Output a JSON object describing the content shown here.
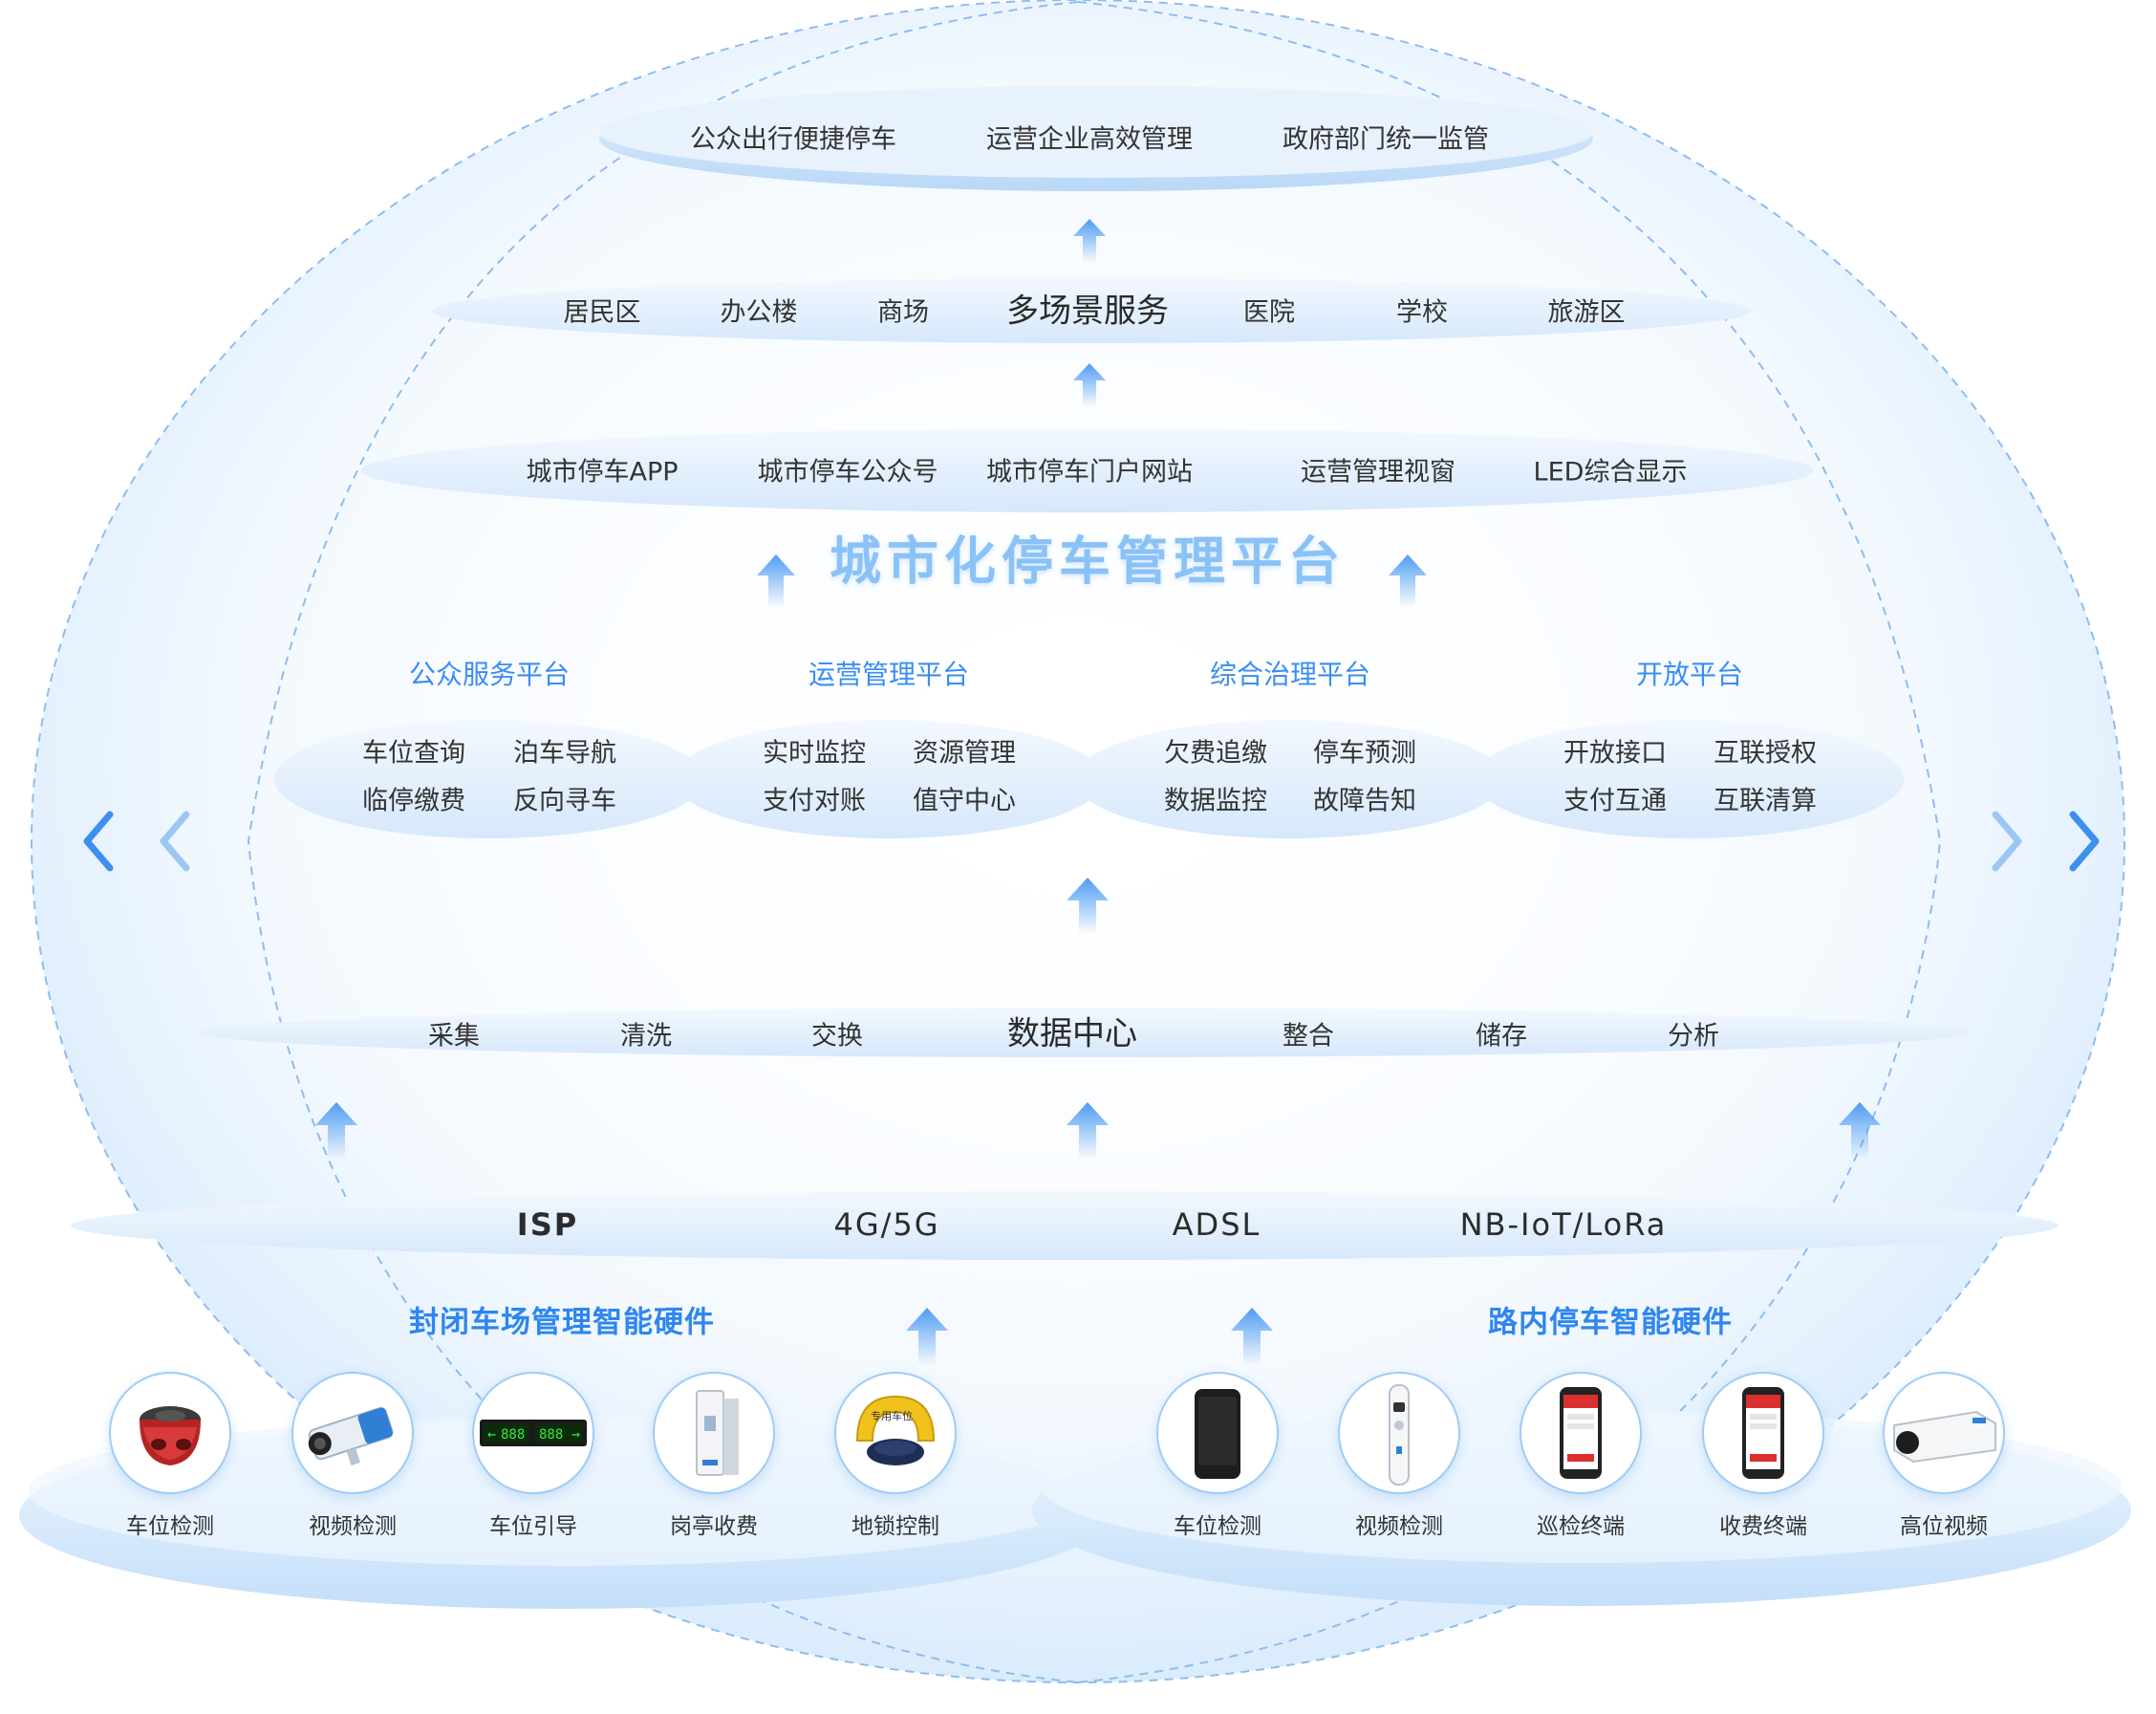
{
  "top_goals": [
    "公众出行便捷停车",
    "运营企业高效管理",
    "政府部门统一监管"
  ],
  "scenes": {
    "center": "多场景服务",
    "items": [
      "居民区",
      "办公楼",
      "商场",
      "医院",
      "学校",
      "旅游区"
    ]
  },
  "channels": [
    "城市停车APP",
    "城市停车公众号",
    "城市停车门户网站",
    "运营管理视窗",
    "LED综合显示"
  ],
  "main_title": "城市化停车管理平台",
  "platforms": [
    {
      "title": "公众服务平台",
      "items": [
        "车位查询",
        "泊车导航",
        "临停缴费",
        "反向寻车"
      ]
    },
    {
      "title": "运营管理平台",
      "items": [
        "实时监控",
        "资源管理",
        "支付对账",
        "值守中心"
      ]
    },
    {
      "title": "综合治理平台",
      "items": [
        "欠费追缴",
        "停车预测",
        "数据监控",
        "故障告知"
      ]
    },
    {
      "title": "开放平台",
      "items": [
        "开放接口",
        "互联授权",
        "支付互通",
        "互联清算"
      ]
    }
  ],
  "data_center": {
    "center": "数据中心",
    "items": [
      "采集",
      "清洗",
      "交换",
      "整合",
      "储存",
      "分析"
    ]
  },
  "network": [
    "ISP",
    "4G/5G",
    "ADSL",
    "NB-IoT/LoRa"
  ],
  "hardware_groups": [
    {
      "title": "封闭车场管理智能硬件",
      "devices": [
        {
          "label": "车位检测",
          "icon": "parking-detector-icon"
        },
        {
          "label": "视频检测",
          "icon": "camera-icon"
        },
        {
          "label": "车位引导",
          "icon": "led-guide-screen-icon"
        },
        {
          "label": "岗亭收费",
          "icon": "toll-booth-icon"
        },
        {
          "label": "地锁控制",
          "icon": "parking-lock-icon"
        }
      ]
    },
    {
      "title": "路内停车智能硬件",
      "devices": [
        {
          "label": "车位检测",
          "icon": "handheld-terminal-icon"
        },
        {
          "label": "视频检测",
          "icon": "video-pole-icon"
        },
        {
          "label": "巡检终端",
          "icon": "inspection-phone-icon"
        },
        {
          "label": "收费终端",
          "icon": "payment-phone-icon"
        },
        {
          "label": "高位视频",
          "icon": "high-position-camera-icon"
        }
      ]
    }
  ],
  "led_screen_text": [
    "888",
    "888"
  ],
  "lock_text": "专用车位",
  "colors": {
    "accent": "#2e86f0",
    "title": "#8ac2f8",
    "line": "#7fb6ee"
  }
}
